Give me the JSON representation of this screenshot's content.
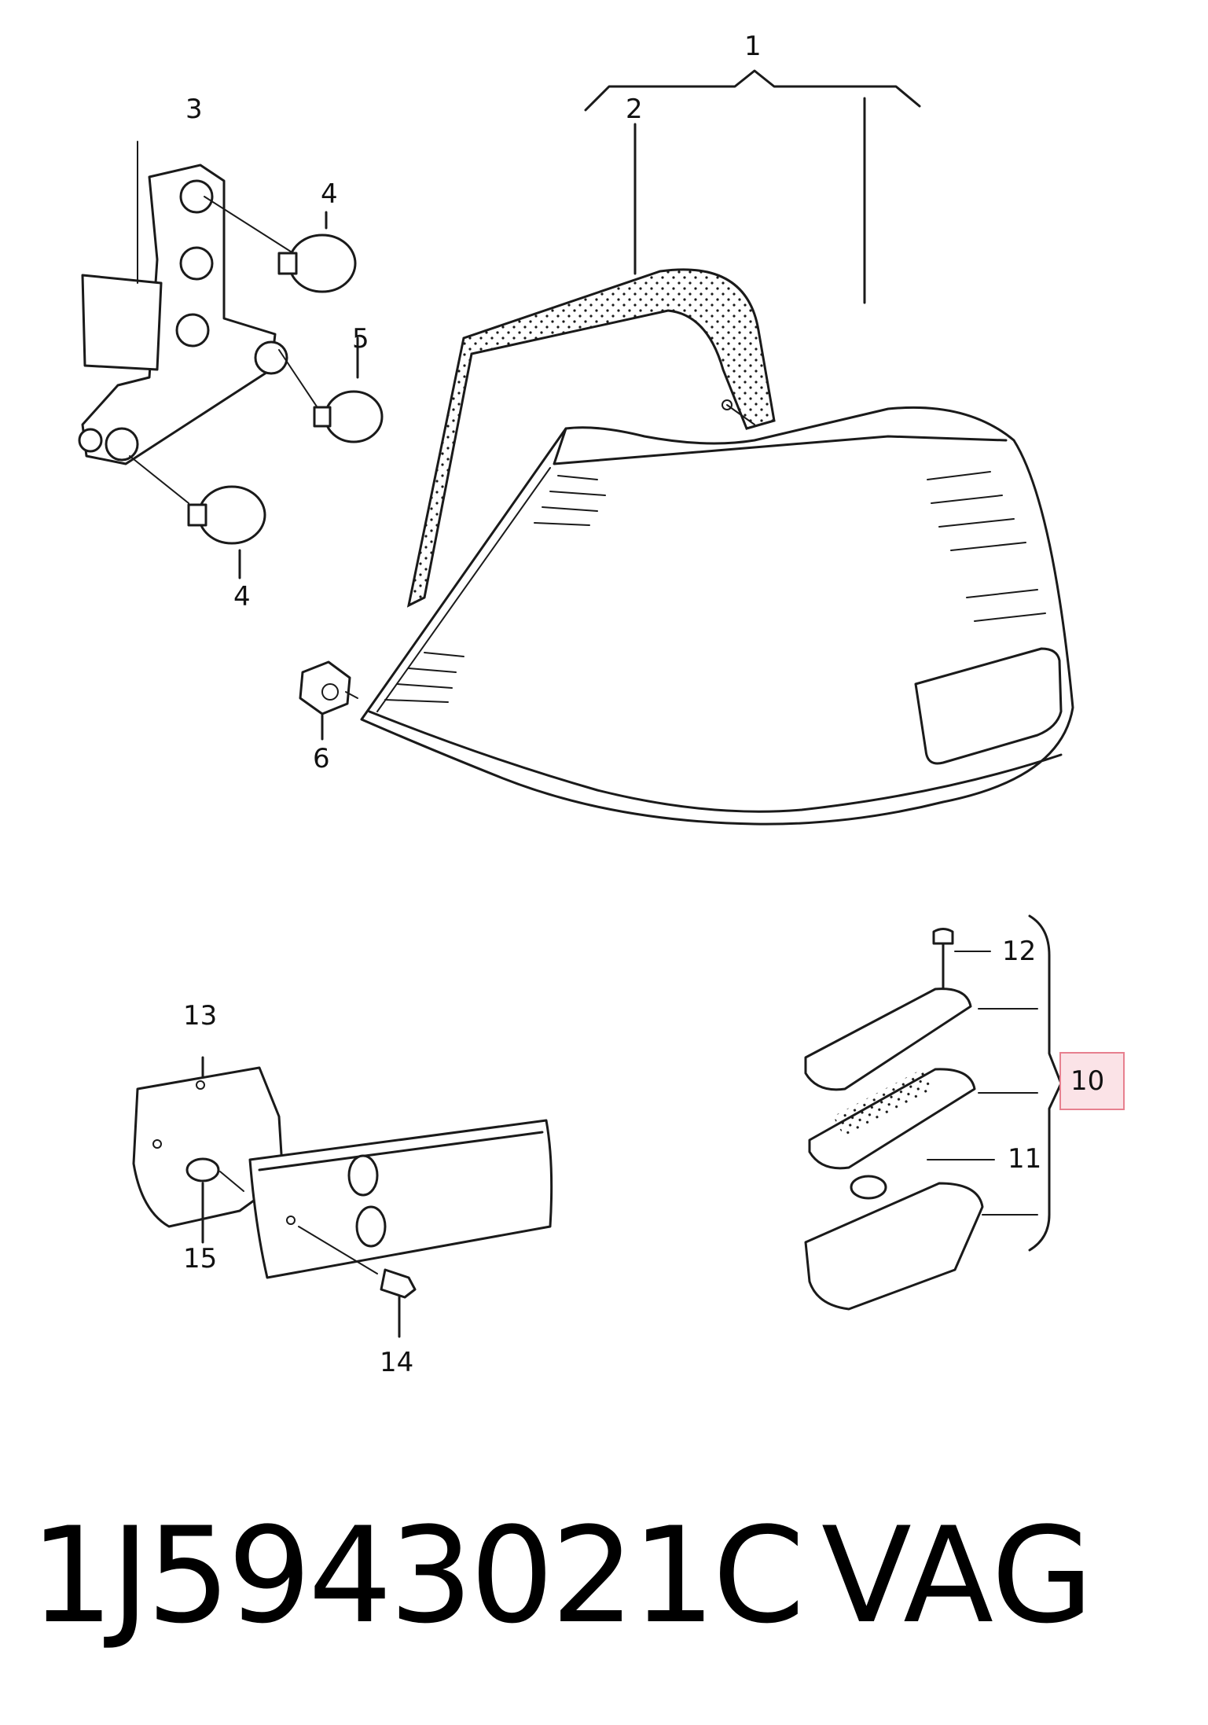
{
  "callouts": {
    "c1": "1",
    "c2": "2",
    "c3": "3",
    "c4_top": "4",
    "c4_bottom": "4",
    "c5": "5",
    "c6": "6",
    "c10": "10",
    "c11": "11",
    "c12": "12",
    "c13": "13",
    "c14": "14",
    "c15": "15"
  },
  "footer": {
    "part_number": "1J5943021C",
    "brand": "VAG"
  },
  "colors": {
    "line": "#1a1a1a",
    "highlight_fill": "#fbe3e7",
    "highlight_border": "#e7808f"
  }
}
